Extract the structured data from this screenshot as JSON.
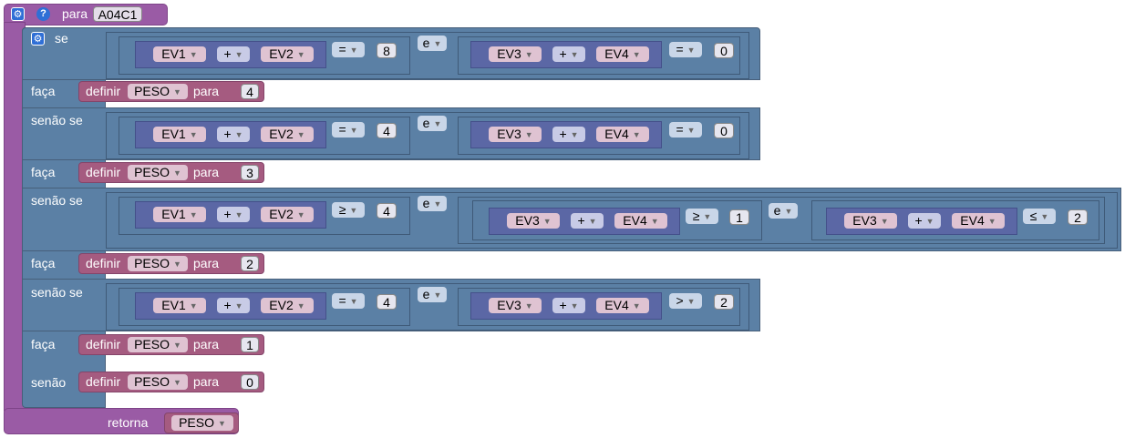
{
  "procedure": {
    "keyword": "para",
    "name": "A04C1",
    "return_label": "retorna",
    "return_var": "PESO"
  },
  "keywords": {
    "if": "se",
    "do": "faça",
    "elseif": "senão se",
    "else": "senão",
    "and": "e",
    "set": "definir",
    "to": "para"
  },
  "vars": {
    "ev1": "EV1",
    "ev2": "EV2",
    "ev3": "EV3",
    "ev4": "EV4",
    "peso": "PESO"
  },
  "ops": {
    "plus": "+",
    "eq": "=",
    "ge": "≥",
    "le": "≤",
    "gt": ">"
  },
  "conditions": [
    {
      "op1": "=",
      "num1": "8",
      "op2": "=",
      "num2": "0"
    },
    {
      "op1": "=",
      "num1": "4",
      "op2": "=",
      "num2": "0"
    },
    {
      "op1": "≥",
      "num1": "4",
      "op2": "≥",
      "num2": "1",
      "op3": "≤",
      "num3": "2"
    },
    {
      "op1": "=",
      "num1": "4",
      "op2": ">",
      "num2": "2"
    }
  ],
  "assignments": [
    "4",
    "3",
    "2",
    "1",
    "0"
  ],
  "icons": {
    "gear": "gear-icon",
    "help": "help-icon",
    "caret": "▾"
  },
  "colors": {
    "procedure": "#9a5ba5",
    "logic": "#5b80a5",
    "math": "#5b67a5",
    "variable": "#a55b80"
  }
}
